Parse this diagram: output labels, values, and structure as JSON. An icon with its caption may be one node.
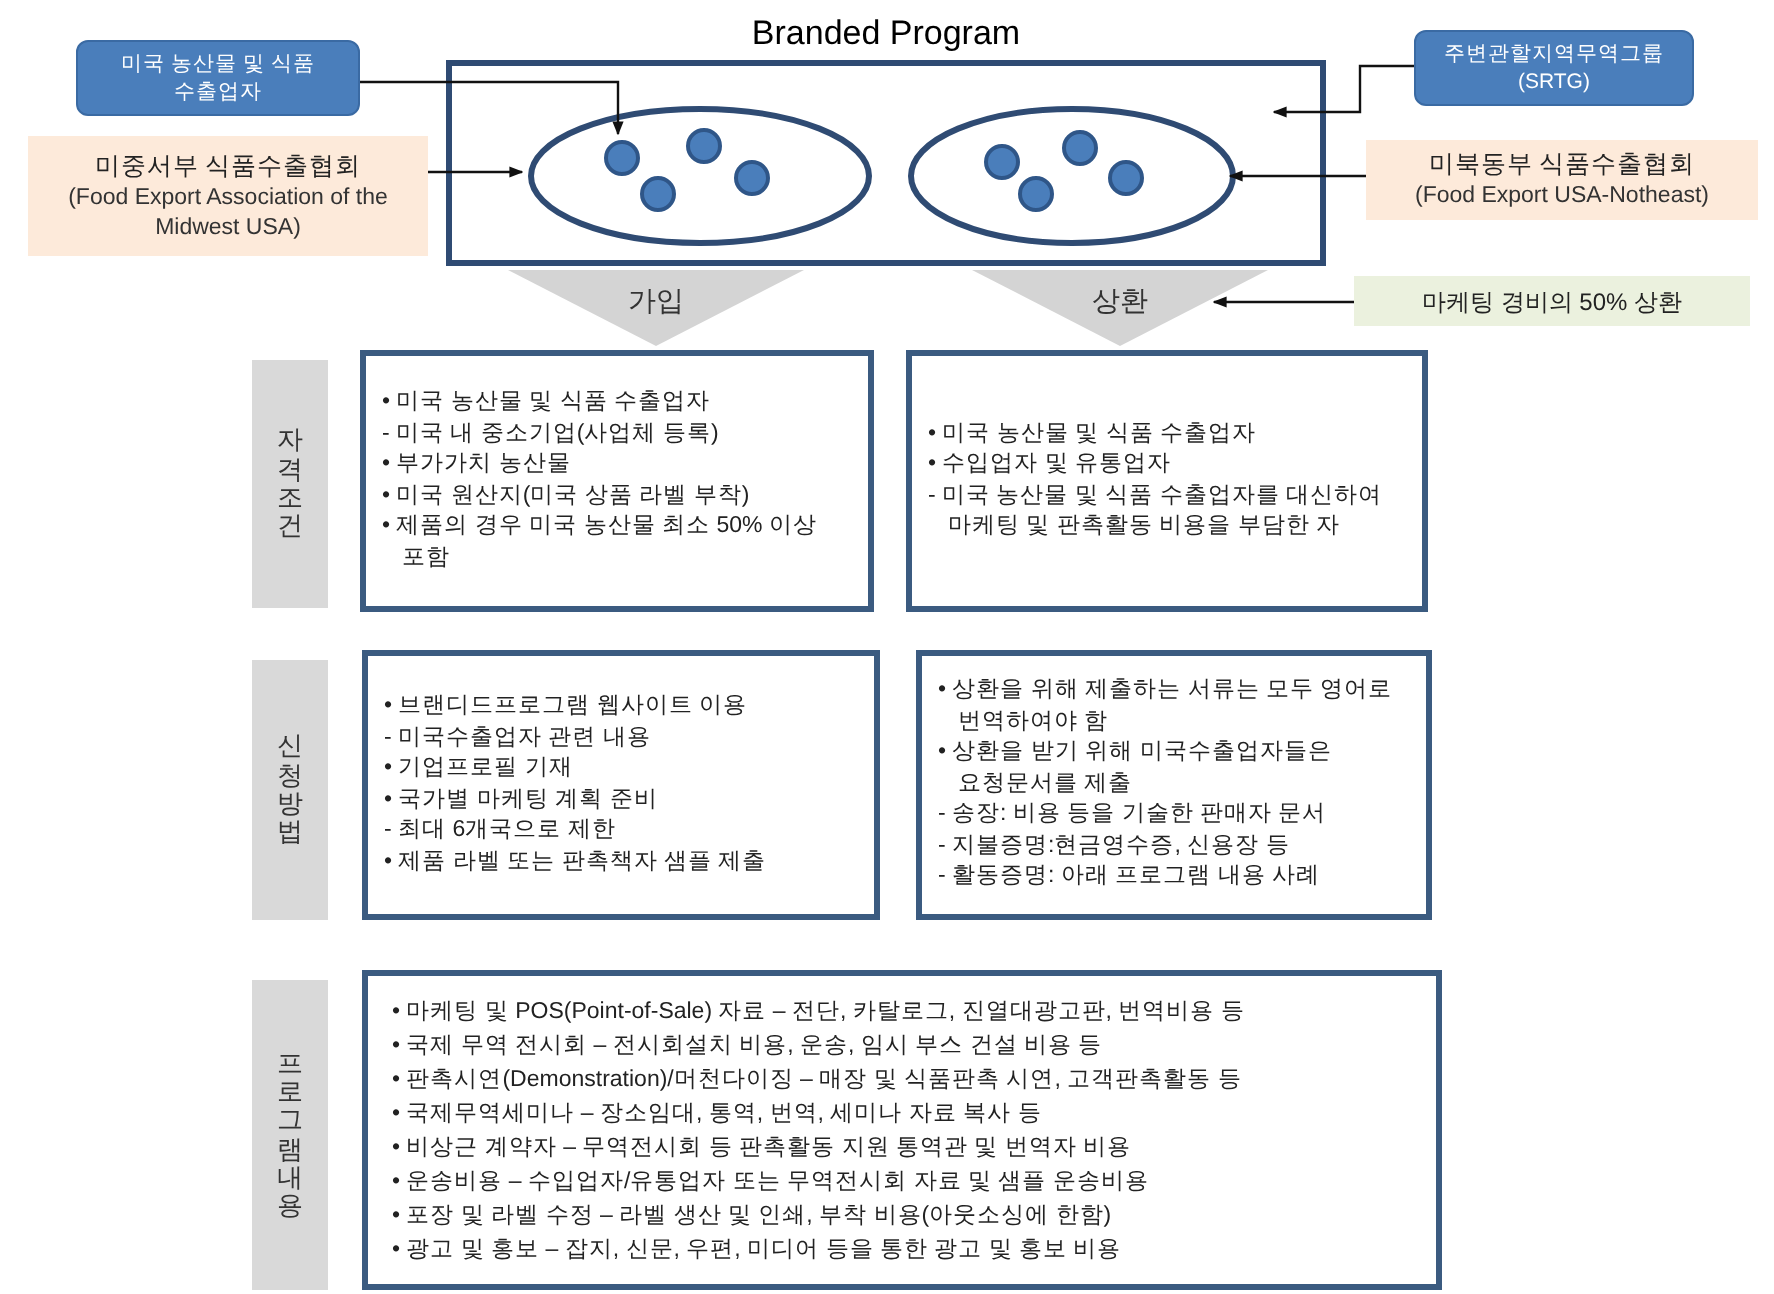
{
  "diagram": {
    "nodes": [
      {
        "text": [
          "Branded Program"
        ]
      },
      {
        "text": [],
        "shape": "ellipse",
        "in": 0
      },
      {
        "text": [],
        "shape": "circle",
        "in": 1
      },
      {
        "text": [],
        "shape": "circle",
        "in": 1
      },
      {
        "text": [],
        "shape": "circle",
        "in": 1
      },
      {
        "text": [],
        "shape": "circle",
        "in": 1
      },
      {
        "text": [],
        "shape": "ellipse",
        "in": 0
      },
      {
        "text": [],
        "shape": "circle",
        "in": 6
      },
      {
        "text": [],
        "shape": "circle",
        "in": 6
      },
      {
        "text": [],
        "shape": "circle",
        "in": 6
      },
      {
        "text": [],
        "shape": "circle",
        "in": 6
      },
      {
        "text": [
          "미국 농산물 및 식품 수출업자"
        ]
      },
      {
        "text": [
          "미중서부 식품수출협회",
          "(Food Export Association of the Midwest USA)"
        ]
      },
      {
        "text": [
          "주변관할지역무역그룹",
          "(SRTG)"
        ]
      },
      {
        "text": [
          "미북동부 식품수출협회",
          "(Food Export USA-Notheast)"
        ]
      },
      {
        "text": [
          "마케팅 경비의 50% 상환"
        ]
      },
      {
        "text": [
          "자격조건"
        ]
      },
      {
        "text": [
          "• 미국 농산물 및 식품 수출업자",
          "- 미국 내 중소기업(사업체 등록)",
          "• 부가가치 농산물",
          "• 미국 원산지(미국 상품 라벨 부착)",
          "• 제품의 경우 미국 농산물 최소 50% 이상 포함"
        ]
      },
      {
        "text": [
          "• 미국 농산물 및 식품 수출업자",
          "• 수입업자 및 유통업자",
          "- 미국 농산물 및 식품 수출업자를 대신하여 마케팅 및 판촉활동 비용을 부담한 자"
        ]
      },
      {
        "text": [
          "신청방법"
        ]
      },
      {
        "text": [
          "• 브랜디드프로그램 웹사이트 이용",
          "- 미국수출업자 관련 내용",
          "• 기업프로필 기재",
          "• 국가별 마케팅 계획 준비",
          "- 최대 6개국으로 제한",
          "• 제품 라벨 또는 판촉책자 샘플 제출"
        ]
      },
      {
        "text": [
          "• 상환을 위해 제출하는 서류는 모두 영어로 번역하여야 함",
          "• 상환을 받기 위해 미국수출업자들은 요청문서를 제출",
          "- 송장: 비용 등을 기술한 판매자 문서",
          "- 지불증명:현금영수증, 신용장 등",
          "- 활동증명: 아래 프로그램 내용 사례"
        ]
      },
      {
        "text": [
          "프로그램내용"
        ]
      },
      {
        "text": [
          "• 마케팅 및 POS(Point-of-Sale) 자료 – 전단, 카탈로그, 진열대광고판, 번역비용 등",
          "• 국제 무역 전시회 – 전시회설치 비용, 운송, 임시 부스 건설 비용 등",
          "• 판촉시연(Demonstration)/머천다이징 – 매장 및 식품판촉 시연, 고객판촉활동 등",
          "• 국제무역세미나 – 장소임대, 통역, 번역, 세미나 자료 복사 등",
          "• 비상근 계약자 – 무역전시회 등 판촉활동 지원 통역관 및 번역자 비용",
          "• 운송비용 – 수입업자/유통업자 또는 무역전시회 자료 및 샘플 운송비용",
          "• 포장 및 라벨 수정 – 라벨 생산 및 인쇄, 부착 비용(아웃소싱에 한함)",
          "• 광고 및 홍보 – 잡지, 신문, 우편, 미디어 등을 통한 광고 및 홍보 비용"
        ]
      }
    ],
    "edges": [
      {
        "from": 11,
        "to": 2,
        "arrow": "to"
      },
      {
        "from": 12,
        "to": 1,
        "arrow": "to"
      },
      {
        "from": 13,
        "to": 0,
        "arrow": "to"
      },
      {
        "from": 14,
        "to": 6,
        "arrow": "to"
      },
      {
        "from": 0,
        "to": 17,
        "arrow": "to",
        "label": "가입",
        "style": "thick",
        "color": "#d4d4d4"
      },
      {
        "from": 0,
        "to": 18,
        "arrow": "to",
        "label": "상환",
        "style": "thick",
        "color": "#d4d4d4"
      },
      {
        "from": 15,
        "to": 0,
        "arrow": "to"
      }
    ]
  }
}
